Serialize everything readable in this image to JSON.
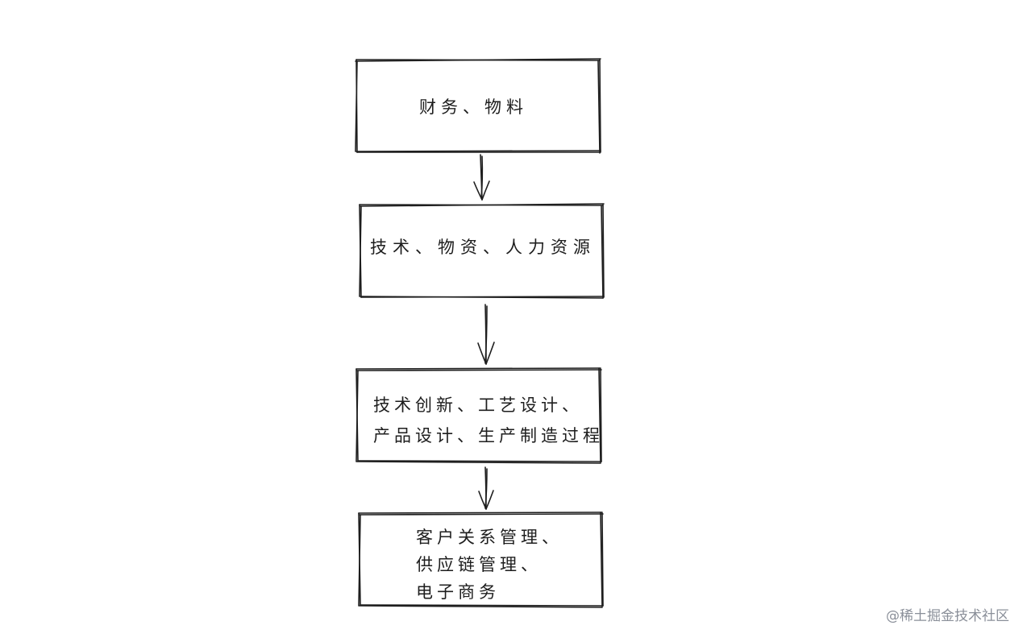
{
  "nodes": [
    {
      "id": "finance-materials",
      "lines": [
        "财务、物料"
      ]
    },
    {
      "id": "tech-resources",
      "lines": [
        "技术、物资、人力资源"
      ]
    },
    {
      "id": "innovation-design",
      "lines": [
        "技术创新、工艺设计、",
        "产品设计、生产制造过程"
      ]
    },
    {
      "id": "crm-scm-ecommerce",
      "lines": [
        "客户关系管理、",
        "供应链管理、",
        "电子商务"
      ]
    }
  ],
  "watermark": "@稀土掘金技术社区",
  "colors": {
    "stroke": "#1e1e1e",
    "background": "#ffffff",
    "watermark": "#8a8f99"
  }
}
